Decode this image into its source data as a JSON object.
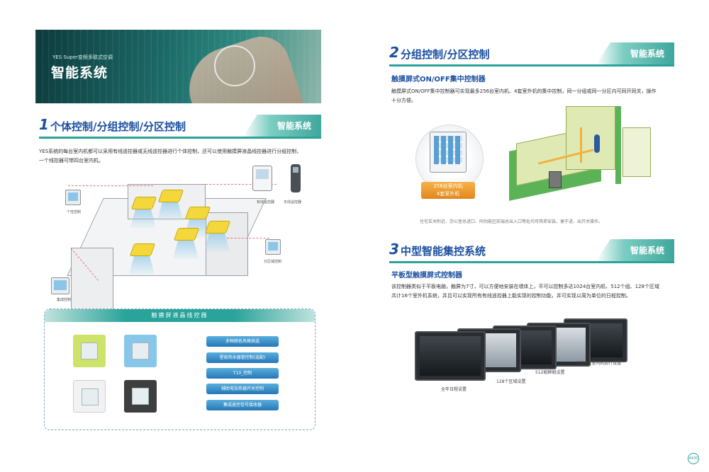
{
  "left": {
    "hero": {
      "subtitle": "YES Super变频多联式空调",
      "title": "智能系统"
    },
    "section1": {
      "number": "1",
      "title": "个体控制/分组控制/分区控制",
      "tag": "智能系统",
      "paragraph_line1": "YES系统的每台室内机都可以采用有线遥控器或无线遥控器进行个体控制，还可以使用触摸屏液晶线控器进行分组控制，",
      "paragraph_line2": "一个线控器可带四台室内机。"
    },
    "diagram": {
      "label_individual": "个性控制",
      "label_wired": "有线遥控器",
      "label_wireless": "无线遥控器",
      "label_zone": "分区域控制",
      "label_group": "集成控制"
    },
    "lcd": {
      "title": "触摸屏液晶线控器",
      "features": [
        "多种颜色风格供选",
        "星级热水器管控制(选配)",
        "T10_控制",
        "辅助电加热器开关控制",
        "集成遥控信号接收器"
      ]
    }
  },
  "right": {
    "section2": {
      "number": "2",
      "title": "分组控制/分区控制",
      "tag": "智能系统",
      "subhead": "触摸屏式ON/OFF集中控制器",
      "paragraph_line1": "触摸屏式ON/OFF集中控制器可实现最多256台室内机、4套室外机的集中控制，同一分组或同一分区内可同开同关，操作",
      "paragraph_line2": "十分方便。",
      "badge_line1": "256台室内机",
      "badge_line2": "4套室外机",
      "caption": "住宅玄关附近、办公室总进口、同功能区前端总出入口等处均可简单安装，便于进、出开关操作。"
    },
    "section3": {
      "number": "3",
      "title": "中型智能集控系统",
      "tag": "智能系统",
      "subhead": "平板型触摸屏式控制器",
      "paragraph_line1": "该控制器类似于平板电脑，触屏为7寸，可以方便地安装在墙体上，平可以控制多达1024台室内机、512个组、128个区域",
      "paragraph_line2": "共计16个室外机系统，并且可以实现所有有线遥控器上能实现的控制功能，并可实现以周为单位的日程控制。",
      "captions": {
        "year": "全年日程设置",
        "zones": "128个区域设置",
        "groups": "512組群組设置",
        "units": "1024台室内机运行设置"
      }
    },
    "page_number": "4435"
  }
}
